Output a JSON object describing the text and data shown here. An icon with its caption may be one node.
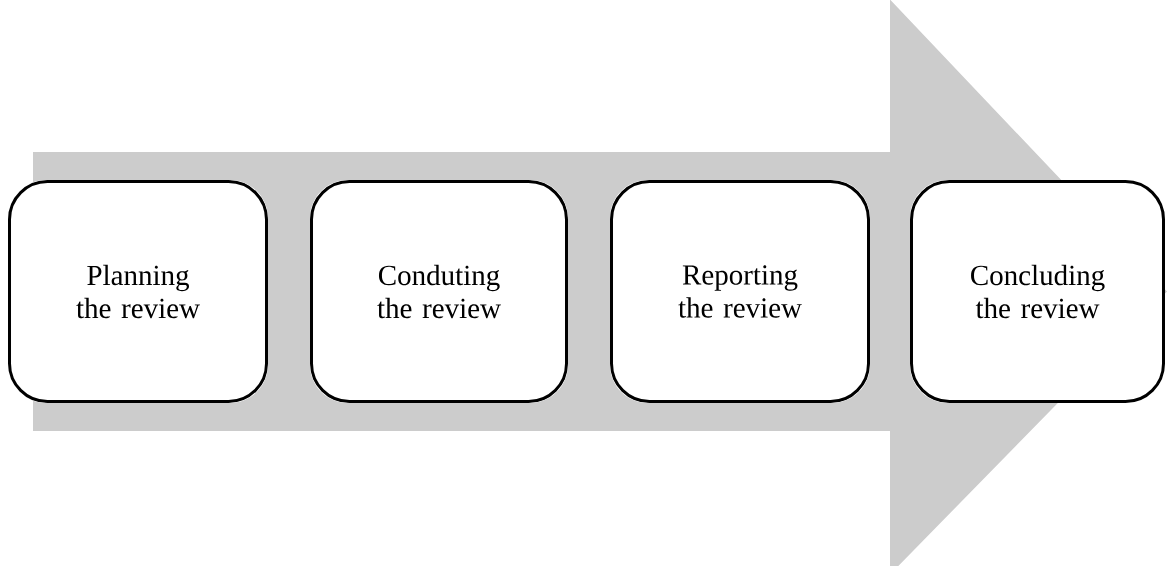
{
  "diagram": {
    "nodes": [
      {
        "text": [
          "Planning the review"
        ]
      },
      {
        "text": [
          "Conduting the review"
        ]
      },
      {
        "text": [
          "Reporting the review"
        ]
      },
      {
        "text": [
          "Concluding the review"
        ]
      }
    ],
    "edges": [
      {
        "from": 0,
        "to": 3,
        "arrow": "to"
      }
    ]
  }
}
